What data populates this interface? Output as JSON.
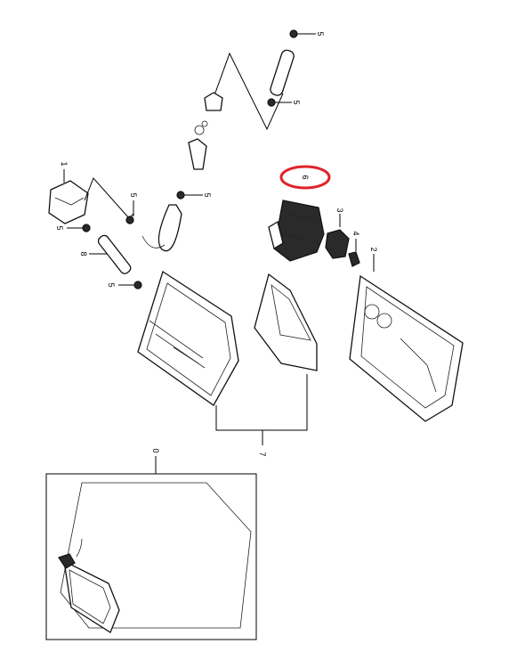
{
  "labels": {
    "l0": "0",
    "l1": "1",
    "l2": "2",
    "l3": "3",
    "l4": "4",
    "l5": "5",
    "l6": "6",
    "l7": "7",
    "l8": "8"
  },
  "highlight_color": "#e0242b"
}
